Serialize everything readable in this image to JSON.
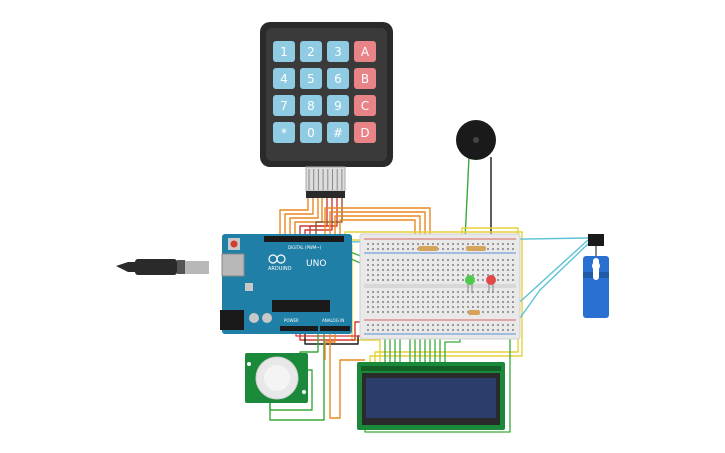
{
  "keypad": {
    "rows": [
      [
        "1",
        "2",
        "3",
        "A"
      ],
      [
        "4",
        "5",
        "6",
        "B"
      ],
      [
        "7",
        "8",
        "9",
        "C"
      ],
      [
        "*",
        "0",
        "#",
        "D"
      ]
    ],
    "digit_color": "#8fcbe3",
    "letter_color": "#e88387",
    "frame_color": "#2a2a2a"
  },
  "arduino": {
    "logo_text": "ARDUINO",
    "model_text": "UNO",
    "digital_label": "DIGITAL (PWM~)",
    "power_label": "POWER",
    "analog_label": "ANALOG IN",
    "board_color": "#1f7fa6"
  },
  "wire_colors": {
    "orange": "#e8891f",
    "red": "#d23a32",
    "green": "#3aa83a",
    "yellow": "#e6d23a",
    "cyan": "#5cc2d6",
    "black": "#1a1a1a",
    "brown": "#8a5a2a"
  },
  "components": {
    "buzzer": "piezo-buzzer",
    "servo": "micro-servo",
    "pir": "pir-sensor",
    "lcd": "lcd-16x2",
    "leds": [
      "green",
      "red"
    ]
  }
}
